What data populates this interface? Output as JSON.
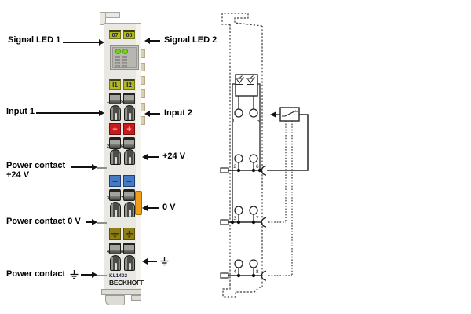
{
  "left_labels": {
    "signal_led_1": "Signal LED 1",
    "input_1": "Input 1",
    "power_contact_24v_line1": "Power contact",
    "power_contact_24v_line2": "+24 V",
    "power_contact_0v": "Power contact 0 V",
    "power_contact_pe": "Power contact"
  },
  "right_labels": {
    "signal_led_2": "Signal LED 2",
    "input_2": "Input 2",
    "supply_24v": "+24 V",
    "supply_0v": "0 V"
  },
  "module": {
    "led_channel_labels": [
      "07",
      "08"
    ],
    "input_channel_labels": [
      "I1",
      "I2"
    ],
    "plus_symbol": "+",
    "minus_symbol": "−",
    "terminal_numbers": [
      "1",
      "5",
      "2",
      "6",
      "3",
      "7",
      "4",
      "8"
    ],
    "model": "KL1402",
    "brand": "BECKHOFF"
  },
  "schematic": {
    "terminal_numbers": [
      "1",
      "5",
      "2",
      "6",
      "3",
      "7",
      "4",
      "8"
    ]
  },
  "icons": {
    "pe_ground": "earth-ground-symbol",
    "led": "led-diode-symbol",
    "switch": "switch-contact-symbol"
  },
  "colors": {
    "label_yellow": "#b4b81f",
    "led_green": "#76d417",
    "plus_red": "#c81b1b",
    "minus_blue": "#4579c3",
    "pe_olive": "#8f7d16",
    "clip_orange": "#f09d1c",
    "module_gray": "#e9e8e3"
  }
}
